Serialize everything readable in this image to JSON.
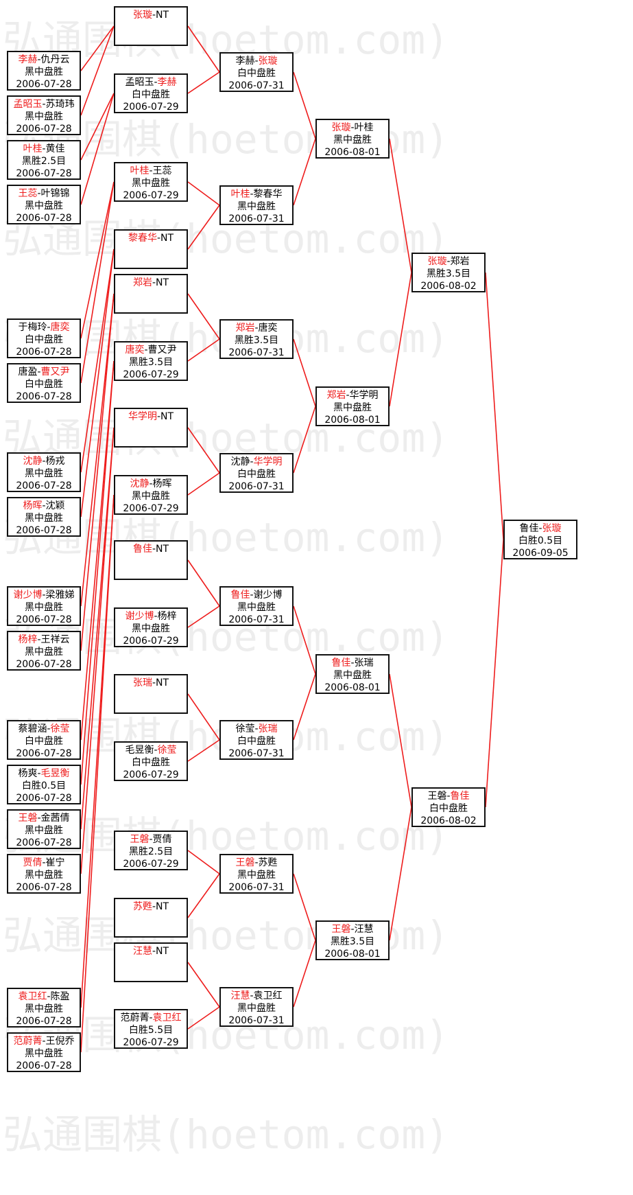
{
  "watermark": {
    "text": "弘通围棋(hoetom.com)"
  },
  "rounds": [
    {
      "name": "round-1",
      "matches": [
        {
          "id": "r1-1",
          "p1": "李赫",
          "p2": "仇丹云",
          "winner": 1,
          "result": "黑中盘胜",
          "date": "2006-07-28"
        },
        {
          "id": "r1-2",
          "p1": "孟昭玉",
          "p2": "苏琦玮",
          "winner": 1,
          "result": "黑中盘胜",
          "date": "2006-07-28"
        },
        {
          "id": "r1-3",
          "p1": "叶桂",
          "p2": "黄佳",
          "winner": 1,
          "result": "黑胜2.5目",
          "date": "2006-07-28"
        },
        {
          "id": "r1-4",
          "p1": "王蕊",
          "p2": "叶锦锦",
          "winner": 1,
          "result": "黑中盘胜",
          "date": "2006-07-28"
        },
        {
          "id": "r1-5",
          "p1": "于梅玲",
          "p2": "唐奕",
          "winner": 2,
          "result": "白中盘胜",
          "date": "2006-07-28"
        },
        {
          "id": "r1-6",
          "p1": "唐盈",
          "p2": "曹又尹",
          "winner": 2,
          "result": "白中盘胜",
          "date": "2006-07-28"
        },
        {
          "id": "r1-7",
          "p1": "沈静",
          "p2": "杨戎",
          "winner": 1,
          "result": "黑中盘胜",
          "date": "2006-07-28"
        },
        {
          "id": "r1-8",
          "p1": "杨晖",
          "p2": "沈颖",
          "winner": 1,
          "result": "黑中盘胜",
          "date": "2006-07-28"
        },
        {
          "id": "r1-9",
          "p1": "谢少博",
          "p2": "梁雅娣",
          "winner": 1,
          "result": "黑中盘胜",
          "date": "2006-07-28"
        },
        {
          "id": "r1-10",
          "p1": "杨梓",
          "p2": "王祥云",
          "winner": 1,
          "result": "黑中盘胜",
          "date": "2006-07-28"
        },
        {
          "id": "r1-11",
          "p1": "蔡碧涵",
          "p2": "徐莹",
          "winner": 2,
          "result": "白中盘胜",
          "date": "2006-07-28"
        },
        {
          "id": "r1-12",
          "p1": "杨爽",
          "p2": "毛昱衡",
          "winner": 2,
          "result": "白胜0.5目",
          "date": "2006-07-28"
        },
        {
          "id": "r1-13",
          "p1": "王磐",
          "p2": "金茜倩",
          "winner": 1,
          "result": "黑中盘胜",
          "date": "2006-07-28"
        },
        {
          "id": "r1-14",
          "p1": "贾倩",
          "p2": "崔宁",
          "winner": 1,
          "result": "黑中盘胜",
          "date": "2006-07-28"
        },
        {
          "id": "r1-15",
          "p1": "袁卫红",
          "p2": "陈盈",
          "winner": 1,
          "result": "黑中盘胜",
          "date": "2006-07-28"
        },
        {
          "id": "r1-16",
          "p1": "范蔚菁",
          "p2": "王倪乔",
          "winner": 1,
          "result": "黑中盘胜",
          "date": "2006-07-28"
        }
      ]
    },
    {
      "name": "round-2",
      "matches": [
        {
          "id": "r2-1",
          "p1": "张璇",
          "p2": "NT",
          "winner": 1,
          "result": "",
          "date": ""
        },
        {
          "id": "r2-2",
          "p1": "孟昭玉",
          "p2": "李赫",
          "winner": 2,
          "result": "白中盘胜",
          "date": "2006-07-29"
        },
        {
          "id": "r2-3",
          "p1": "叶桂",
          "p2": "王蕊",
          "winner": 1,
          "result": "黑中盘胜",
          "date": "2006-07-29"
        },
        {
          "id": "r2-4",
          "p1": "黎春华",
          "p2": "NT",
          "winner": 1,
          "result": "",
          "date": ""
        },
        {
          "id": "r2-5",
          "p1": "郑岩",
          "p2": "NT",
          "winner": 1,
          "result": "",
          "date": ""
        },
        {
          "id": "r2-6",
          "p1": "唐奕",
          "p2": "曹又尹",
          "winner": 1,
          "result": "黑胜3.5目",
          "date": "2006-07-29"
        },
        {
          "id": "r2-7",
          "p1": "华学明",
          "p2": "NT",
          "winner": 1,
          "result": "",
          "date": ""
        },
        {
          "id": "r2-8",
          "p1": "沈静",
          "p2": "杨晖",
          "winner": 1,
          "result": "黑中盘胜",
          "date": "2006-07-29"
        },
        {
          "id": "r2-9",
          "p1": "鲁佳",
          "p2": "NT",
          "winner": 1,
          "result": "",
          "date": ""
        },
        {
          "id": "r2-10",
          "p1": "谢少博",
          "p2": "杨梓",
          "winner": 1,
          "result": "黑中盘胜",
          "date": "2006-07-29"
        },
        {
          "id": "r2-11",
          "p1": "张瑞",
          "p2": "NT",
          "winner": 1,
          "result": "",
          "date": ""
        },
        {
          "id": "r2-12",
          "p1": "毛昱衡",
          "p2": "徐莹",
          "winner": 2,
          "result": "白中盘胜",
          "date": "2006-07-29"
        },
        {
          "id": "r2-13",
          "p1": "王磐",
          "p2": "贾倩",
          "winner": 1,
          "result": "黑胜2.5目",
          "date": "2006-07-29"
        },
        {
          "id": "r2-14",
          "p1": "苏甦",
          "p2": "NT",
          "winner": 1,
          "result": "",
          "date": ""
        },
        {
          "id": "r2-15",
          "p1": "汪慧",
          "p2": "NT",
          "winner": 1,
          "result": "",
          "date": ""
        },
        {
          "id": "r2-16",
          "p1": "范蔚菁",
          "p2": "袁卫红",
          "winner": 2,
          "result": "白胜5.5目",
          "date": "2006-07-29"
        }
      ]
    },
    {
      "name": "round-3",
      "matches": [
        {
          "id": "r3-1",
          "p1": "李赫",
          "p2": "张璇",
          "winner": 2,
          "result": "白中盘胜",
          "date": "2006-07-31"
        },
        {
          "id": "r3-2",
          "p1": "叶桂",
          "p2": "黎春华",
          "winner": 1,
          "result": "黑中盘胜",
          "date": "2006-07-31"
        },
        {
          "id": "r3-3",
          "p1": "郑岩",
          "p2": "唐奕",
          "winner": 1,
          "result": "黑胜3.5目",
          "date": "2006-07-31"
        },
        {
          "id": "r3-4",
          "p1": "沈静",
          "p2": "华学明",
          "winner": 2,
          "result": "白中盘胜",
          "date": "2006-07-31"
        },
        {
          "id": "r3-5",
          "p1": "鲁佳",
          "p2": "谢少博",
          "winner": 1,
          "result": "黑中盘胜",
          "date": "2006-07-31"
        },
        {
          "id": "r3-6",
          "p1": "徐莹",
          "p2": "张瑞",
          "winner": 2,
          "result": "白中盘胜",
          "date": "2006-07-31"
        },
        {
          "id": "r3-7",
          "p1": "王磐",
          "p2": "苏甦",
          "winner": 1,
          "result": "黑中盘胜",
          "date": "2006-07-31"
        },
        {
          "id": "r3-8",
          "p1": "汪慧",
          "p2": "袁卫红",
          "winner": 1,
          "result": "黑中盘胜",
          "date": "2006-07-31"
        }
      ]
    },
    {
      "name": "round-4",
      "matches": [
        {
          "id": "r4-1",
          "p1": "张璇",
          "p2": "叶桂",
          "winner": 1,
          "result": "黑中盘胜",
          "date": "2006-08-01"
        },
        {
          "id": "r4-2",
          "p1": "郑岩",
          "p2": "华学明",
          "winner": 1,
          "result": "黑中盘胜",
          "date": "2006-08-01"
        },
        {
          "id": "r4-3",
          "p1": "鲁佳",
          "p2": "张瑞",
          "winner": 1,
          "result": "黑中盘胜",
          "date": "2006-08-01"
        },
        {
          "id": "r4-4",
          "p1": "王磐",
          "p2": "汪慧",
          "winner": 1,
          "result": "黑胜3.5目",
          "date": "2006-08-01"
        }
      ]
    },
    {
      "name": "round-5",
      "matches": [
        {
          "id": "r5-1",
          "p1": "张璇",
          "p2": "郑岩",
          "winner": 1,
          "result": "黑胜3.5目",
          "date": "2006-08-02"
        },
        {
          "id": "r5-2",
          "p1": "王磐",
          "p2": "鲁佳",
          "winner": 2,
          "result": "白中盘胜",
          "date": "2006-08-02"
        }
      ]
    },
    {
      "name": "final",
      "matches": [
        {
          "id": "r6-1",
          "p1": "鲁佳",
          "p2": "张璇",
          "winner": 2,
          "result": "白胜0.5目",
          "date": "2006-09-05"
        }
      ]
    }
  ]
}
